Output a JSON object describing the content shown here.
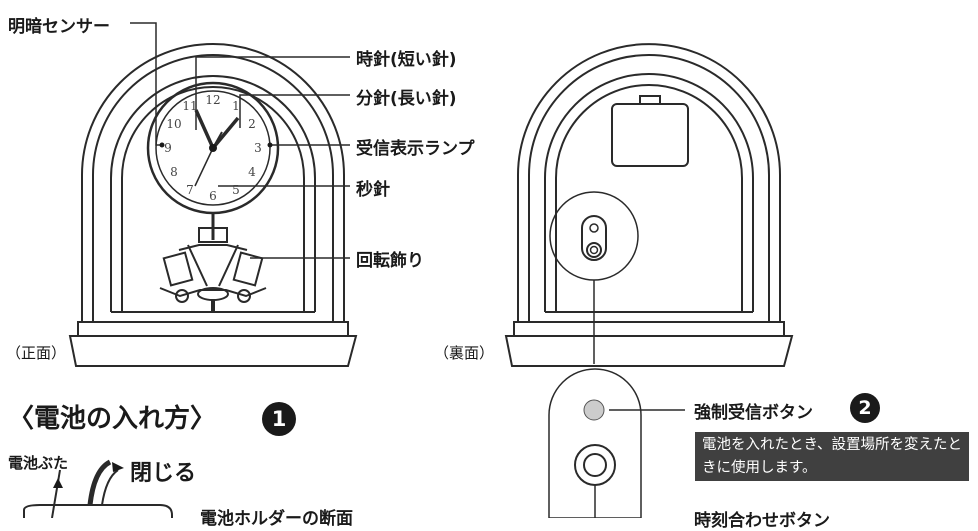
{
  "front": {
    "caption": "（正面）",
    "labels": {
      "light_sensor": "明暗センサー",
      "hour_hand": "時針(短い針)",
      "minute_hand": "分針(長い針)",
      "reception_lamp": "受信表示ランプ",
      "second_hand": "秒針",
      "rotating_ornament": "回転飾り"
    }
  },
  "back": {
    "caption": "（裏面）",
    "force_receive": {
      "label": "強制受信ボタン",
      "number": "2",
      "note": "電池を入れたとき、設置場所を変えたときに使用します。"
    },
    "time_set_button_label": "時刻合わせボタン"
  },
  "battery": {
    "heading": "〈電池の入れ方〉",
    "number": "1",
    "cover_label": "電池ぶた",
    "close_label": "閉じる",
    "holder_section_label": "電池ホルダーの断面"
  }
}
